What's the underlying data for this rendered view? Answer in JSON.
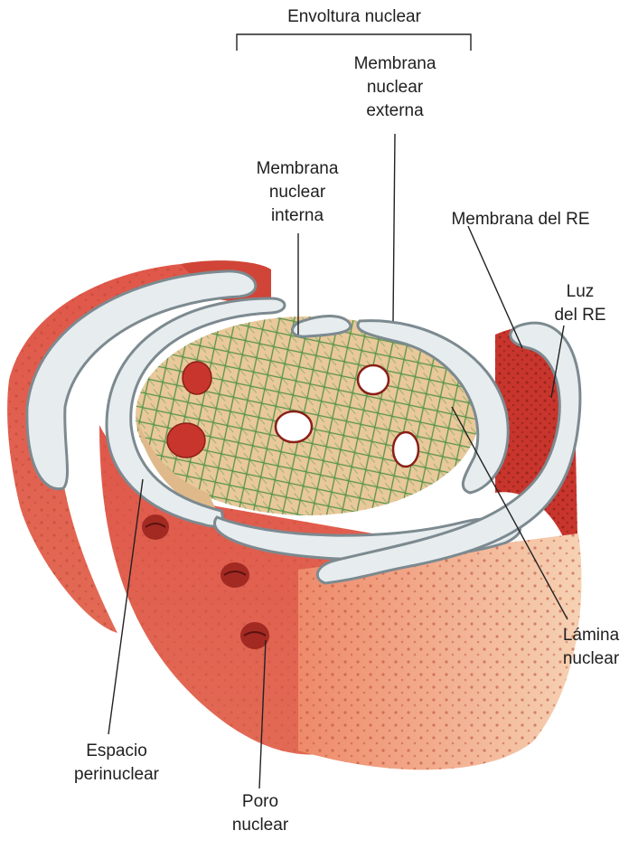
{
  "diagram": {
    "labels": {
      "envoltura_nuclear": "Envoltura nuclear",
      "membrana_nuclear_externa": "Membrana\nnuclear\nexterna",
      "membrana_nuclear_interna": "Membrana\nnuclear\ninterna",
      "membrana_del_re": "Membrana del RE",
      "luz_del_re": "Luz\ndel RE",
      "lamina_nuclear": "Lámina\nnuclear",
      "espacio_perinuclear": "Espacio\nperinuclear",
      "poro_nuclear": "Poro\nnuclear"
    },
    "colors": {
      "membrane_red": "#e0574a",
      "membrane_dark_red": "#c8352c",
      "membrane_light": "#f2c4a4",
      "lumen_gray": "#e7ecef",
      "lamina_green": "#3c8a3a",
      "nucleoplasm_beige": "#e9c89a",
      "leader_line": "#222222"
    }
  }
}
